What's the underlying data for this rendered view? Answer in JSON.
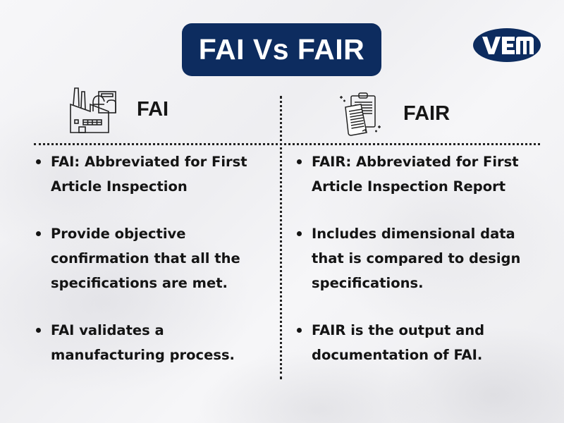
{
  "title": "FAI Vs FAIR",
  "logo": {
    "text": "VEM",
    "color": "#0d2c5f"
  },
  "colors": {
    "title_bg": "#0d2c5f",
    "title_text": "#ffffff",
    "body_text": "#141414"
  },
  "columns": [
    {
      "heading": "FAI",
      "icon": "factory-icon",
      "bullets": [
        "FAI: Abbreviated for First Article Inspection",
        "Provide objective confirmation that all the specifications are met.",
        "FAI validates a manufacturing process."
      ]
    },
    {
      "heading": "FAIR",
      "icon": "clipboard-documents-icon",
      "bullets": [
        "FAIR: Abbreviated for First Article Inspection Report",
        "Includes dimensional data that is compared to design specifications.",
        "FAIR is the output and documentation of FAI."
      ]
    }
  ]
}
